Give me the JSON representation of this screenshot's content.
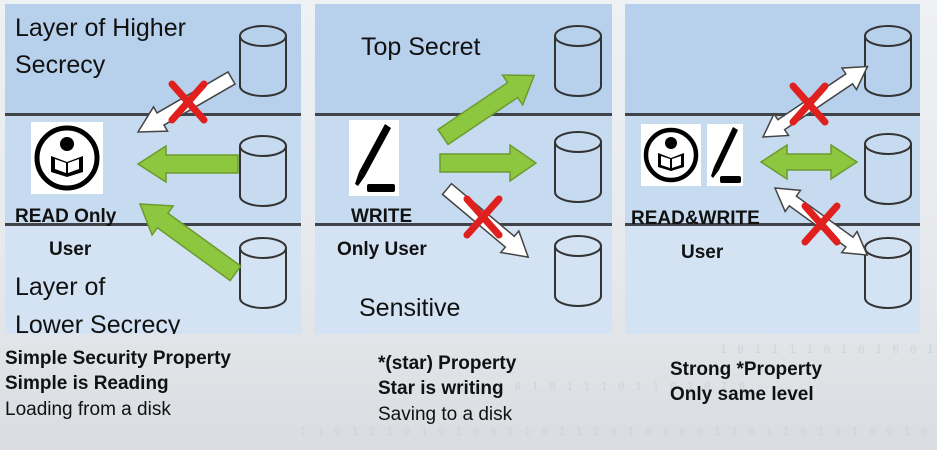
{
  "panels": [
    {
      "top_label_line1": "Layer of Higher",
      "top_label_line2": "Secrecy",
      "user_label_line1": "READ Only",
      "user_label_line2": "User",
      "bottom_label_line1": "Layer of",
      "bottom_label_line2": "Lower Secrecy",
      "caption_bold_1": "Simple Security Property",
      "caption_bold_2": "Simple is Reading",
      "caption_normal": "Loading from a disk"
    },
    {
      "top_label": "Top Secret",
      "user_label_line1": "WRITE",
      "user_label_line2": "Only User",
      "bottom_label": "Sensitive",
      "caption_bold_1": "*(star) Property",
      "caption_bold_2": "Star is writing",
      "caption_normal": "Saving to a disk"
    },
    {
      "user_label_line1": "READ&WRITE",
      "user_label_line2": "User",
      "caption_bold_1": "Strong *Property",
      "caption_bold_2": "Only same level"
    }
  ],
  "colors": {
    "band_top": "#b7d1ec",
    "band_mid": "#c6dbf0",
    "band_bottom": "#d3e3f3",
    "arrow_green": "#8dc63f",
    "arrow_white": "#ffffff",
    "cross_red": "#e0201f"
  },
  "icons": [
    "disk-icon",
    "reader-icon",
    "pen-icon",
    "blocked-cross-icon"
  ]
}
